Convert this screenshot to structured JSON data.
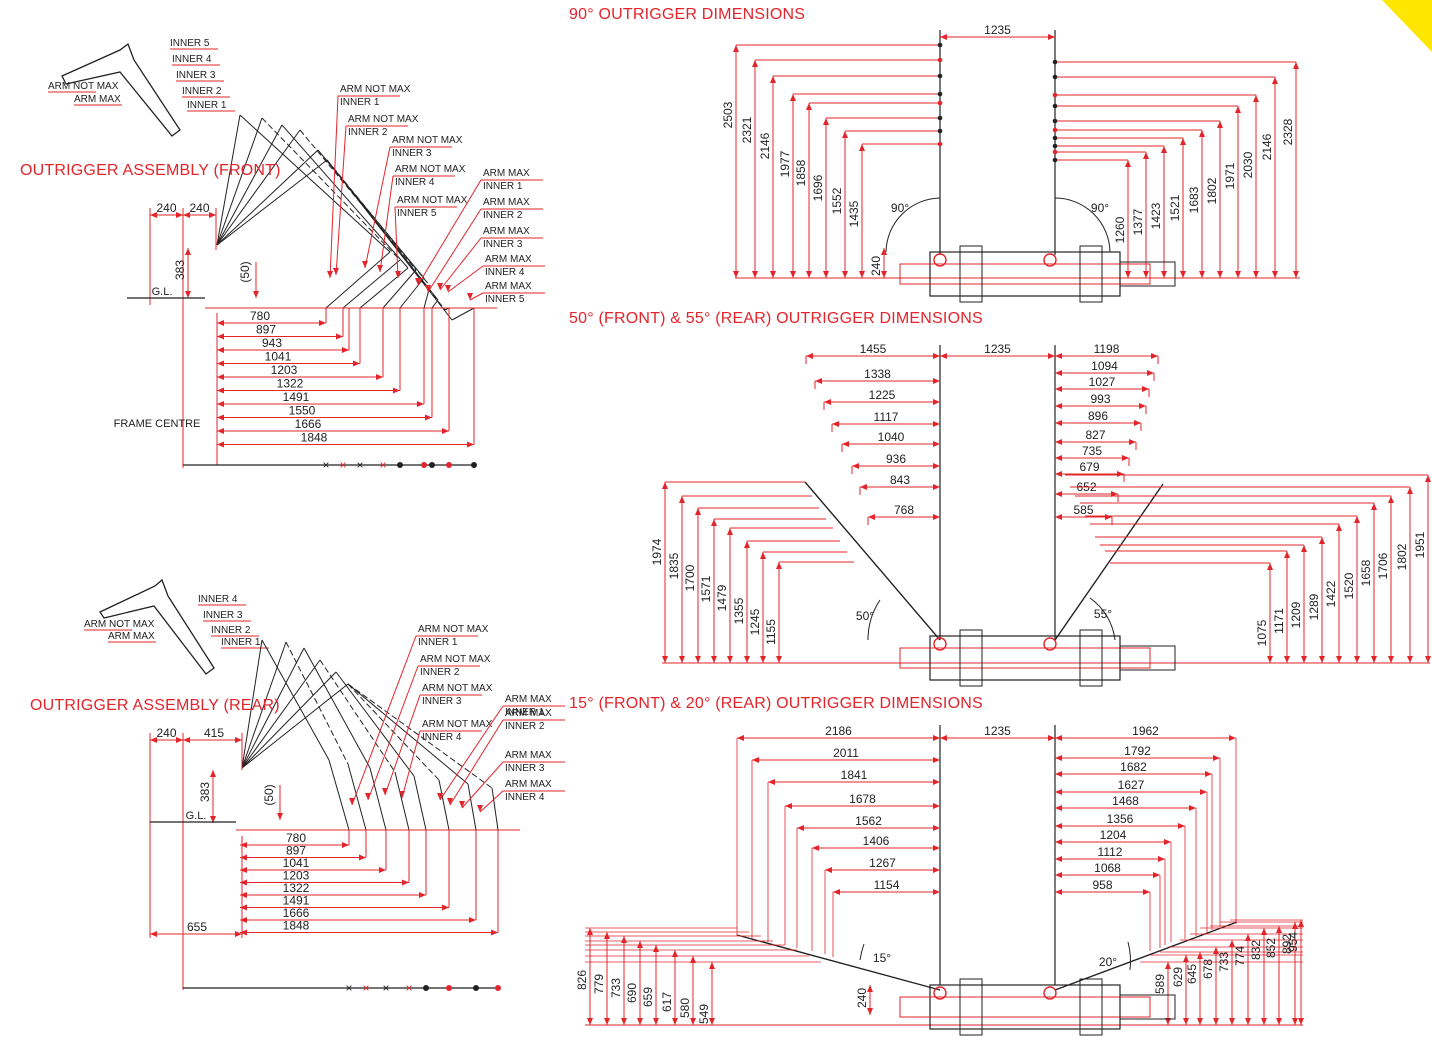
{
  "colors": {
    "dimension": "#e3242b",
    "line": "#222222",
    "corner": "#ffe600"
  },
  "titles": {
    "front_assembly": "OUTRIGGER ASSEMBLY (FRONT)",
    "rear_assembly": "OUTRIGGER ASSEMBLY (REAR)",
    "deg90": "90° OUTRIGGER DIMENSIONS",
    "deg50": "50° (FRONT) & 55° (REAR) OUTRIGGER DIMENSIONS",
    "deg15": "15° (FRONT) & 20° (REAR) OUTRIGGER DIMENSIONS"
  },
  "front": {
    "icon_labels": [
      "INNER 5",
      "INNER 4",
      "INNER 3",
      "INNER 2",
      "INNER 1",
      "ARM NOT MAX",
      "ARM MAX"
    ],
    "top_dims": [
      "240",
      "240"
    ],
    "height": "383",
    "offset": "(50)",
    "ground": "G.L.",
    "frame_centre": "FRAME CENTRE",
    "callouts": [
      [
        "ARM NOT MAX",
        "INNER 1"
      ],
      [
        "ARM NOT MAX",
        "INNER 2"
      ],
      [
        "ARM NOT MAX",
        "INNER 3"
      ],
      [
        "ARM NOT MAX",
        "INNER 4"
      ],
      [
        "ARM NOT MAX",
        "INNER 5"
      ],
      [
        "ARM MAX",
        "INNER 1"
      ],
      [
        "ARM MAX",
        "INNER 2"
      ],
      [
        "ARM MAX",
        "INNER 3"
      ],
      [
        "ARM MAX",
        "INNER 4"
      ],
      [
        "ARM MAX",
        "INNER 5"
      ]
    ],
    "reach": [
      "780",
      "897",
      "943",
      "1041",
      "1203",
      "1322",
      "1491",
      "1550",
      "1666",
      "1848"
    ]
  },
  "rear": {
    "icon_labels": [
      "INNER 4",
      "INNER 3",
      "INNER 2",
      "INNER 1",
      "ARM NOT MAX",
      "ARM MAX"
    ],
    "top_dims": [
      "240",
      "415"
    ],
    "height": "383",
    "offset": "(50)",
    "ground": "G.L.",
    "frame_dim": "655",
    "callouts": [
      [
        "ARM NOT MAX",
        "INNER 1"
      ],
      [
        "ARM NOT MAX",
        "INNER 2"
      ],
      [
        "ARM NOT MAX",
        "INNER 3"
      ],
      [
        "ARM NOT MAX",
        "INNER 4"
      ],
      [
        "ARM MAX",
        "INNER 1"
      ],
      [
        "ARM MAX",
        "INNER 2"
      ],
      [
        "ARM MAX",
        "INNER 3"
      ],
      [
        "ARM MAX",
        "INNER 4"
      ]
    ],
    "reach": [
      "780",
      "897",
      "1041",
      "1203",
      "1322",
      "1491",
      "1666",
      "1848"
    ]
  },
  "deg90": {
    "centre": "1235",
    "left": [
      "2503",
      "2321",
      "2146",
      "1977",
      "1858",
      "1696",
      "1552",
      "1435"
    ],
    "right": [
      "1260",
      "1377",
      "1423",
      "1521",
      "1683",
      "1802",
      "1971",
      "2030",
      "2146",
      "2328"
    ],
    "base": "240",
    "angle_front": "90°",
    "angle_rear": "90°"
  },
  "deg50": {
    "centre": "1235",
    "left_h": [
      "1455",
      "1338",
      "1225",
      "1117",
      "1040",
      "936",
      "843",
      "768"
    ],
    "right_h": [
      "1198",
      "1094",
      "1027",
      "993",
      "896",
      "827",
      "735",
      "679",
      "652",
      "585"
    ],
    "left_v": [
      "1974",
      "1835",
      "1700",
      "1571",
      "1479",
      "1355",
      "1245",
      "1155"
    ],
    "right_v": [
      "1075",
      "1171",
      "1209",
      "1289",
      "1422",
      "1520",
      "1658",
      "1706",
      "1802",
      "1951"
    ],
    "angle_front": "50°",
    "angle_rear": "55°"
  },
  "deg15": {
    "centre": "1235",
    "left_h": [
      "2186",
      "2011",
      "1841",
      "1678",
      "1562",
      "1406",
      "1267",
      "1154"
    ],
    "right_h": [
      "1962",
      "1792",
      "1682",
      "1627",
      "1468",
      "1356",
      "1204",
      "1112",
      "1068",
      "958"
    ],
    "left_v": [
      "826",
      "779",
      "733",
      "690",
      "659",
      "617",
      "580",
      "549"
    ],
    "right_v": [
      "589",
      "629",
      "645",
      "678",
      "733",
      "774",
      "832",
      "852",
      "892",
      "954"
    ],
    "base": "240",
    "angle_front": "15°",
    "angle_rear": "20°"
  }
}
